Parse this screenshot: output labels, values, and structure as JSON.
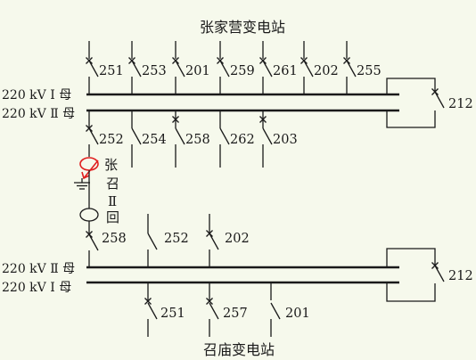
{
  "stations": {
    "top_name": "张家营变电站",
    "bottom_name": "召庙变电站"
  },
  "buses": {
    "top_bus1": "220 kV Ⅰ 母",
    "top_bus2": "220 kV Ⅱ 母",
    "bottom_bus2": "220 kV Ⅱ 母",
    "bottom_bus1": "220 kV Ⅰ 母"
  },
  "switches": {
    "top_upper": [
      "251",
      "253",
      "201",
      "259",
      "261",
      "202",
      "255"
    ],
    "top_lower": [
      "252",
      "254",
      "258",
      "262",
      "203"
    ],
    "top_tie": "212",
    "bottom_upper": [
      "258",
      "252",
      "202"
    ],
    "bottom_lower": [
      "251",
      "257",
      "201"
    ],
    "bottom_tie": "212"
  },
  "line_name_chars": [
    "张",
    "召",
    "Ⅱ",
    "回"
  ],
  "colors": {
    "line": "#1a1a1a",
    "fault": "#e02020",
    "background": "#f6f9ec"
  }
}
